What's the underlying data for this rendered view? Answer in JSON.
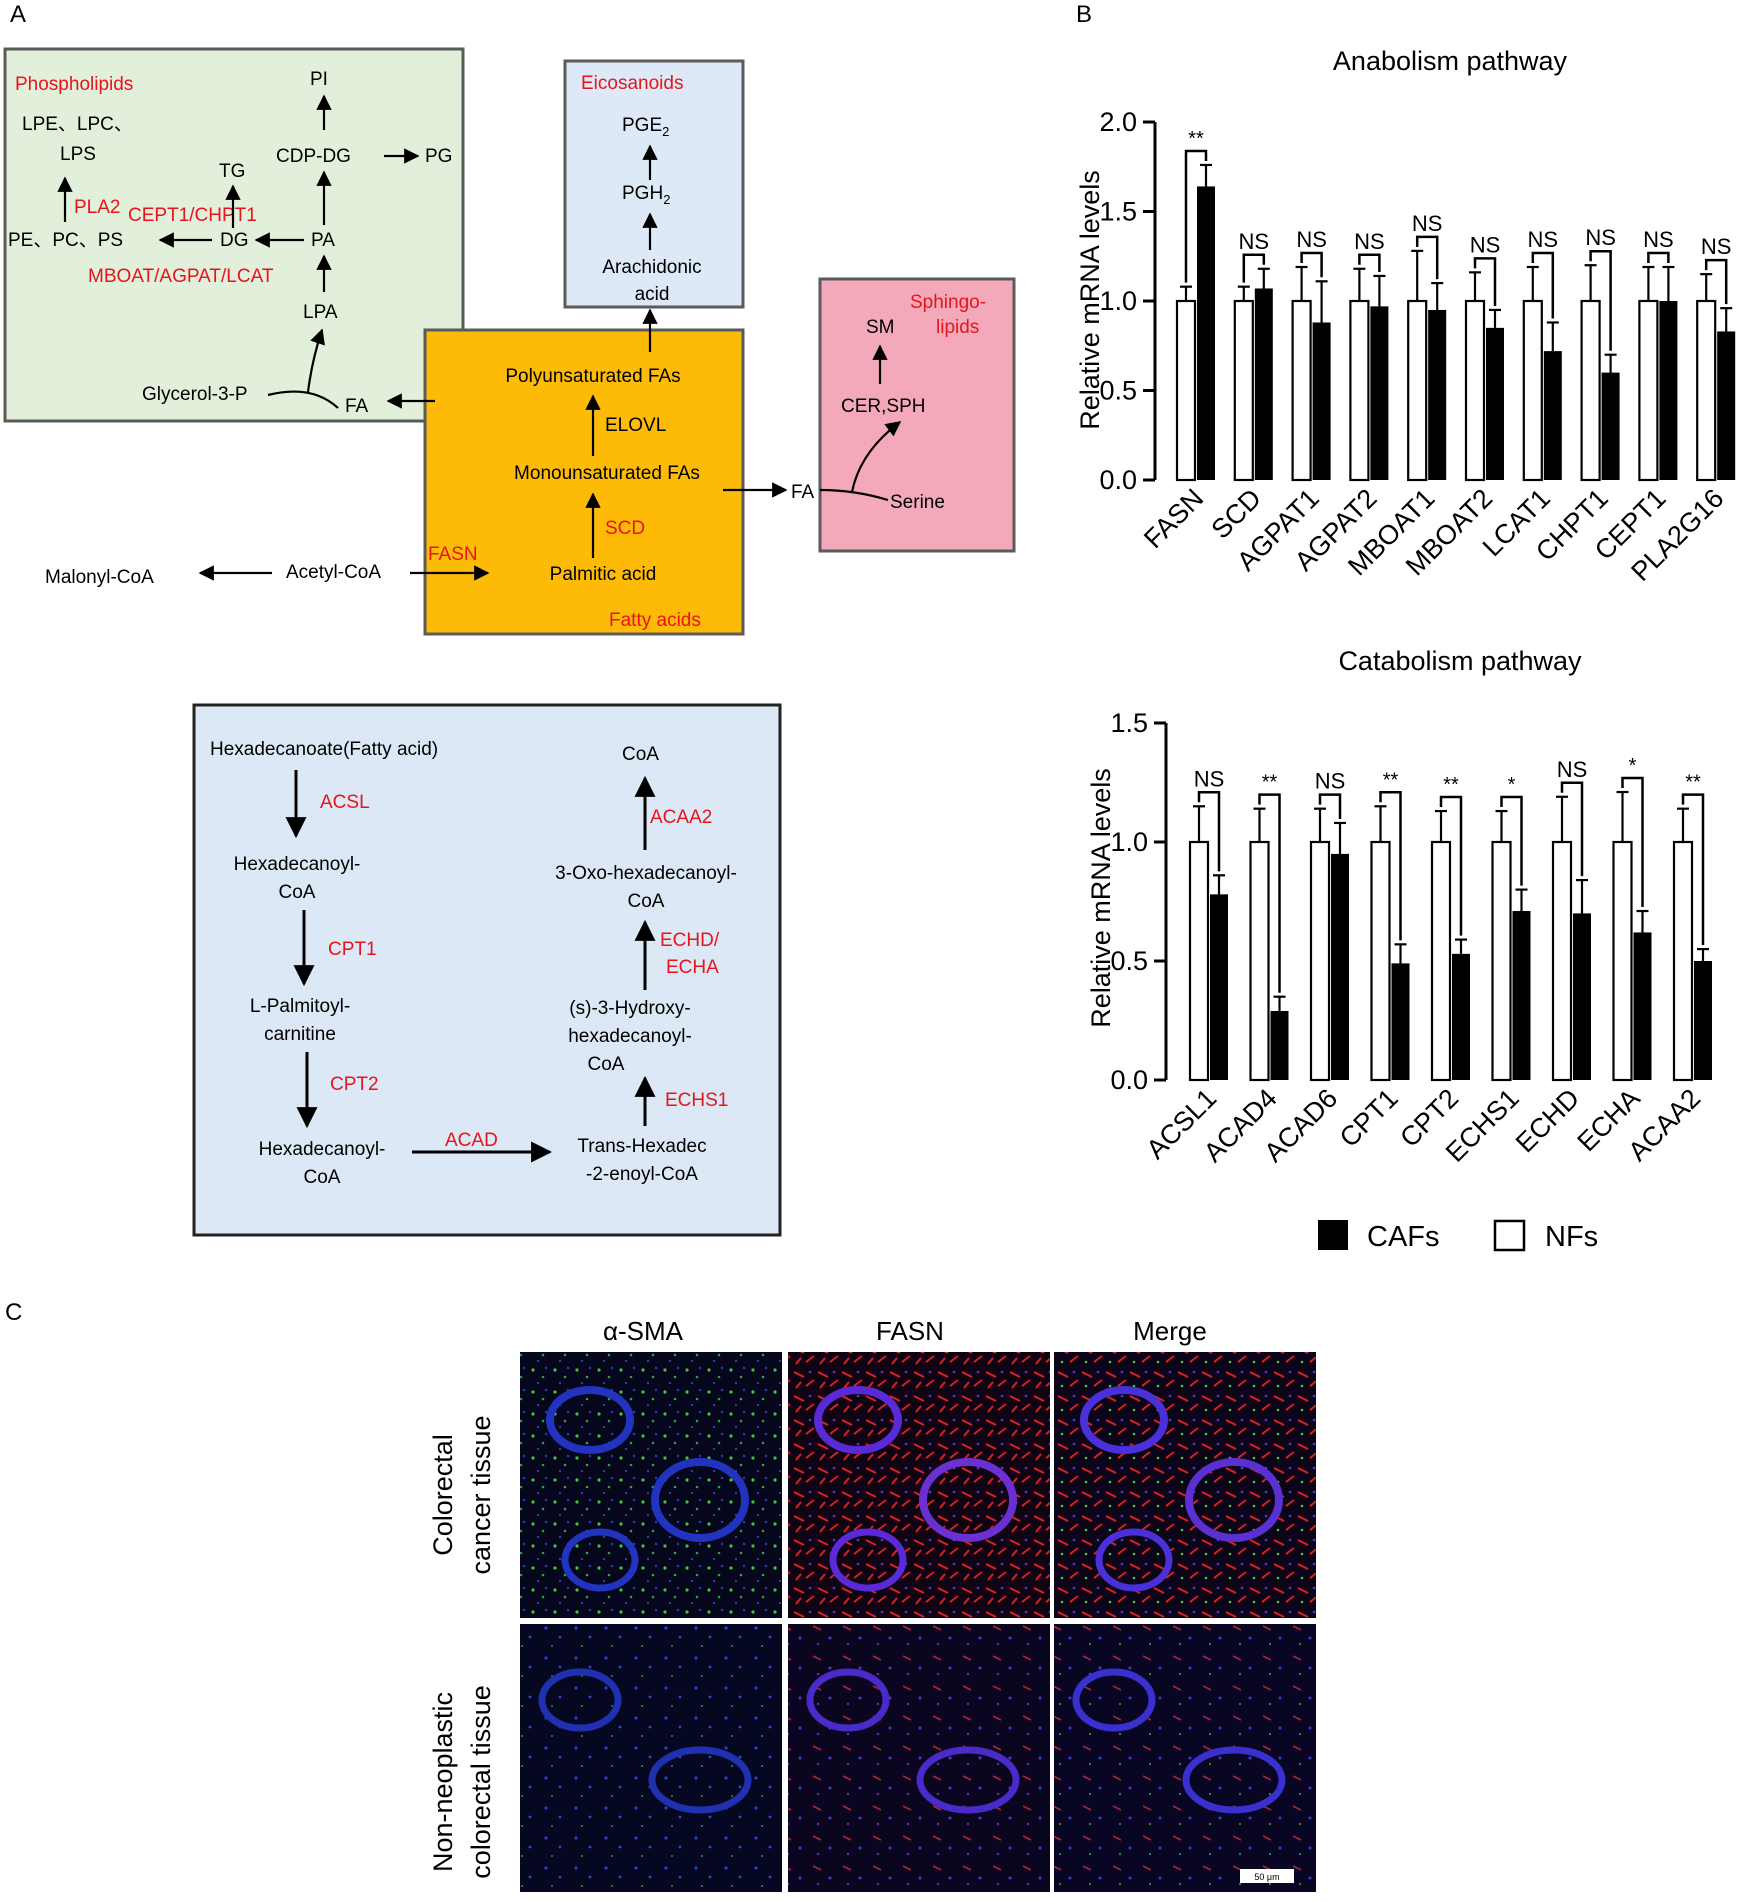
{
  "colors": {
    "phospholipids_bg": "#e2efdb",
    "eicosanoids_bg": "#dde9f6",
    "sphingolipids_bg": "#f4a9ba",
    "fattyacids_bg": "#fdbb08",
    "betaox_bg": "#dce8f5",
    "enzyme_text": "#e8141c",
    "cafs_bar": "#000000",
    "nfs_bar": "#ffffff"
  },
  "panels": {
    "a": "A",
    "b": "B",
    "c": "C"
  },
  "pathway": {
    "phospholipids": {
      "title": "Phospholipids",
      "pi": "PI",
      "lpe_line1": "LPE、LPC、",
      "lpe_line2": "LPS",
      "tg": "TG",
      "cdp_dg": "CDP-DG",
      "pg": "PG",
      "pla2": "PLA2",
      "cept1_chpt1": "CEPT1/CHPT1",
      "pe_pc_ps": "PE、PC、PS",
      "dg": "DG",
      "pa": "PA",
      "mboat": "MBOAT/AGPAT/LCAT",
      "lpa": "LPA",
      "glycerol": "Glycerol-3-P",
      "fa": "FA"
    },
    "eicosanoids": {
      "title": "Eicosanoids",
      "pge2": "PGE",
      "pge2_sub": "2",
      "pgh2": "PGH",
      "pgh2_sub": "2",
      "arachidonic_1": "Arachidonic",
      "arachidonic_2": "acid"
    },
    "sphingolipids": {
      "title_1": "Sphingo-",
      "title_2": "lipids",
      "sm": "SM",
      "cer": "CER,SPH",
      "serine": "Serine",
      "fa": "FA"
    },
    "fatty_acids": {
      "title": "Fatty acids",
      "pufa": "Polyunsaturated FAs",
      "elovl": "ELOVL",
      "mufa": "Monounsaturated FAs",
      "scd": "SCD",
      "palmitic": "Palmitic acid"
    },
    "malonyl": "Malonyl-CoA",
    "acetyl": "Acetyl-CoA",
    "fasn": "FASN",
    "beta_oxidation": {
      "hexadecanoate": "Hexadecanoate(Fatty acid)",
      "acsl": "ACSL",
      "hexadecanoyl1_1": "Hexadecanoyl-",
      "hexadecanoyl1_2": "CoA",
      "cpt1": "CPT1",
      "palmitoyl_1": "L-Palmitoyl-",
      "palmitoyl_2": "carnitine",
      "cpt2": "CPT2",
      "hexadecanoyl2_1": "Hexadecanoyl-",
      "hexadecanoyl2_2": "CoA",
      "acad": "ACAD",
      "trans_1": "Trans-Hexadec",
      "trans_2": "-2-enoyl-CoA",
      "echs1": "ECHS1",
      "hydroxy_1": "(s)-3-Hydroxy-",
      "hydroxy_2": "hexadecanoyl-",
      "hydroxy_3": "CoA",
      "echd_1": "ECHD/",
      "echd_2": "ECHA",
      "oxo_1": "3-Oxo-hexadecanoyl-",
      "oxo_2": "CoA",
      "acaa2": "ACAA2",
      "coa": "CoA"
    }
  },
  "chart_data": [
    {
      "type": "bar",
      "title": "Anabolism pathway",
      "ylabel": "Relative mRNA levels",
      "ylim": [
        0,
        2.0
      ],
      "yticks": [
        "0.0",
        "0.5",
        "1.0",
        "1.5",
        "2.0"
      ],
      "categories": [
        "FASN",
        "SCD",
        "AGPAT1",
        "AGPAT2",
        "MBOAT1",
        "MBOAT2",
        "LCAT1",
        "CHPT1",
        "CEPT1",
        "PLA2G16"
      ],
      "series": [
        {
          "name": "NFs",
          "values": [
            1.0,
            1.0,
            1.0,
            1.0,
            1.0,
            1.0,
            1.0,
            1.0,
            1.0,
            1.0
          ],
          "errors": [
            0.08,
            0.08,
            0.19,
            0.18,
            0.28,
            0.16,
            0.19,
            0.2,
            0.19,
            0.15
          ]
        },
        {
          "name": "CAFs",
          "values": [
            1.64,
            1.07,
            0.88,
            0.97,
            0.95,
            0.85,
            0.72,
            0.6,
            1.0,
            0.83
          ],
          "errors": [
            0.12,
            0.11,
            0.23,
            0.17,
            0.15,
            0.1,
            0.16,
            0.1,
            0.19,
            0.13
          ]
        }
      ],
      "significance": [
        "**",
        "NS",
        "NS",
        "NS",
        "NS",
        "NS",
        "NS",
        "NS",
        "NS",
        "NS"
      ]
    },
    {
      "type": "bar",
      "title": "Catabolism pathway",
      "ylabel": "Relative mRNA levels",
      "ylim": [
        0,
        1.5
      ],
      "yticks": [
        "0.0",
        "0.5",
        "1.0",
        "1.5"
      ],
      "categories": [
        "ACSL1",
        "ACAD4",
        "ACAD6",
        "CPT1",
        "CPT2",
        "ECHS1",
        "ECHD",
        "ECHA",
        "ACAA2"
      ],
      "series": [
        {
          "name": "NFs",
          "values": [
            1.0,
            1.0,
            1.0,
            1.0,
            1.0,
            1.0,
            1.0,
            1.0,
            1.0
          ],
          "errors": [
            0.15,
            0.14,
            0.14,
            0.15,
            0.13,
            0.13,
            0.19,
            0.21,
            0.14
          ]
        },
        {
          "name": "CAFs",
          "values": [
            0.78,
            0.29,
            0.95,
            0.49,
            0.53,
            0.71,
            0.7,
            0.62,
            0.5
          ],
          "errors": [
            0.08,
            0.06,
            0.13,
            0.08,
            0.06,
            0.09,
            0.14,
            0.09,
            0.05
          ]
        }
      ],
      "significance": [
        "NS",
        "**",
        "NS",
        "**",
        "**",
        "*",
        "NS",
        "*",
        "**"
      ]
    }
  ],
  "legend": {
    "cafs": "CAFs",
    "nfs": "NFs"
  },
  "microscopy": {
    "columns": [
      "α-SMA",
      "FASN",
      "Merge"
    ],
    "rows": [
      {
        "line1": "Colorectal",
        "line2": "cancer tissue"
      },
      {
        "line1": "Non-neoplastic",
        "line2": "colorectal tissue"
      }
    ],
    "scale_bar": "50 μm"
  }
}
